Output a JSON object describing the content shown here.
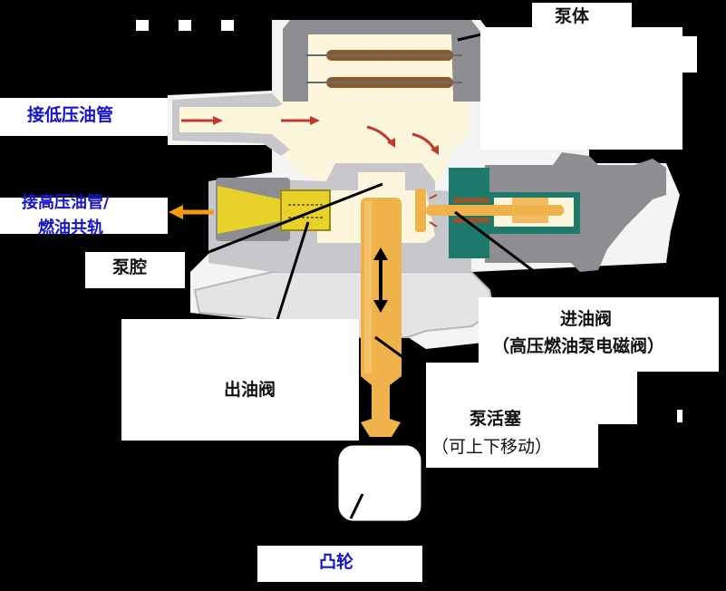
{
  "title": "高压燃油泵结构示意图",
  "colors": {
    "background": "#000000",
    "label_box": "#ffffff",
    "label_text": "#111111",
    "label_text_blue": "#1515c8",
    "fuel_fill": "#fbf6dc",
    "housing_dark": "#8e8e92",
    "housing_light": "#c8c8cc",
    "plunger": "#f0b24a",
    "outlet_valve": "#e8d22a",
    "solenoid_green": "#1e7a6c",
    "damper_brown": "#8a5a2e",
    "flow_arrow": "#c0392b",
    "outlet_arrow": "#f39c12"
  },
  "labels": {
    "pump_body": "泵体",
    "low_pressure_inlet": "接低压油管",
    "high_pressure_outlet_line1": "接高压油管/",
    "high_pressure_outlet_line2": "燃油共轨",
    "pump_chamber": "泵腔",
    "outlet_valve": "出油阀",
    "inlet_valve_line1": "进油阀",
    "inlet_valve_line2": "（高压燃油泵电磁阀）",
    "plunger_line1": "泵活塞",
    "plunger_line2": "（可上下移动）",
    "cam": "凸轮"
  },
  "icons": {
    "flow_arrows": "red-flow-arrow-icon",
    "outlet_arrow": "orange-left-arrow-icon",
    "plunger_motion": "double-vertical-arrow-icon"
  }
}
